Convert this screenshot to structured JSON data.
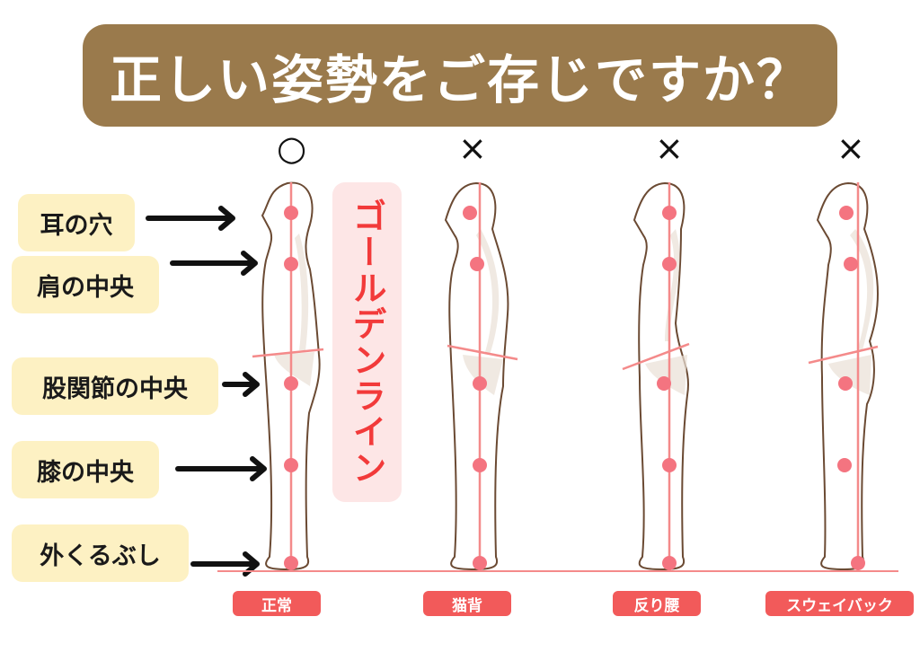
{
  "title": "正しい姿勢をご存じですか？",
  "golden_line": "ゴールデンライン",
  "colors": {
    "title_bg": "#9a7a4c",
    "label_bg": "#fdf1c3",
    "golden_bg": "#fde6e6",
    "golden_text": "#f23a3a",
    "line": "#f48a8a",
    "dot": "#f47480",
    "tag_bg": "#f25a5a",
    "outline": "#6b4a33"
  },
  "labels": [
    {
      "text": "耳の穴"
    },
    {
      "text": "肩の中央"
    },
    {
      "text": "股関節の中央"
    },
    {
      "text": "膝の中央"
    },
    {
      "text": "外くるぶし"
    }
  ],
  "figures": [
    {
      "mark": "○",
      "mark_icon": "circle-correct-icon",
      "tag": "正常"
    },
    {
      "mark": "×",
      "mark_icon": "cross-wrong-icon",
      "tag": "猫背"
    },
    {
      "mark": "×",
      "mark_icon": "cross-wrong-icon",
      "tag": "反り腰"
    },
    {
      "mark": "×",
      "mark_icon": "cross-wrong-icon",
      "tag": "スウェイバック"
    }
  ]
}
